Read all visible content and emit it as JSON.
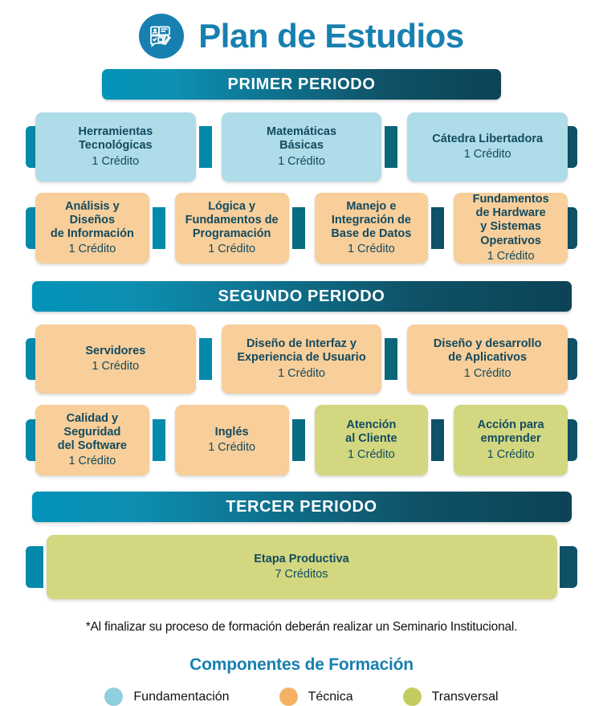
{
  "header": {
    "title": "Plan de Estudios",
    "logo_icon": "document-checklist-pencil-icon",
    "brand_color": "#1780B0"
  },
  "colors": {
    "fundamentacion": "#AEDCE8",
    "tecnica": "#F8CE9A",
    "transversal": "#D2D780",
    "bar_gradient_start": "#0093B8",
    "bar_gradient_end": "#0C4356",
    "text_dark": "#134B5F",
    "tab_left": "#0589AA",
    "tab_right": "#0F5166"
  },
  "periods": [
    {
      "label": "PRIMER PERIODO",
      "rows": [
        {
          "courses": [
            {
              "name": "Herramientas\nTecnológicas",
              "credits": "1 Crédito",
              "type": "fundamentacion"
            },
            {
              "name": "Matemáticas\nBásicas",
              "credits": "1 Crédito",
              "type": "fundamentacion"
            },
            {
              "name": "Cátedra Libertadora",
              "credits": "1 Crédito",
              "type": "fundamentacion"
            }
          ],
          "connectors": [
            "#0589AA",
            "#0A6679"
          ]
        },
        {
          "courses": [
            {
              "name": "Análisis y Diseños\nde Información",
              "credits": "1 Crédito",
              "type": "tecnica"
            },
            {
              "name": "Lógica y\nFundamentos de\nProgramación",
              "credits": "1 Crédito",
              "type": "tecnica"
            },
            {
              "name": "Manejo e\nIntegración de\nBase de Datos",
              "credits": "1 Crédito",
              "type": "tecnica"
            },
            {
              "name": "Fundamentos\nde Hardware\ny Sistemas\nOperativos",
              "credits": "1 Crédito",
              "type": "tecnica"
            }
          ],
          "connectors": [
            "#0589AA",
            "#0A6C80",
            "#0F5166"
          ]
        }
      ]
    },
    {
      "label": "SEGUNDO PERIODO",
      "rows": [
        {
          "courses": [
            {
              "name": "Servidores",
              "credits": "1 Crédito",
              "type": "tecnica"
            },
            {
              "name": "Diseño de Interfaz y\nExperiencia de Usuario",
              "credits": "1 Crédito",
              "type": "tecnica"
            },
            {
              "name": "Diseño y desarrollo\nde Aplicativos",
              "credits": "1 Crédito",
              "type": "tecnica"
            }
          ],
          "connectors": [
            "#0589AA",
            "#0A6679"
          ]
        },
        {
          "courses": [
            {
              "name": "Calidad y\nSeguridad\ndel Software",
              "credits": "1 Crédito",
              "type": "tecnica"
            },
            {
              "name": "Inglés",
              "credits": "1 Crédito",
              "type": "tecnica"
            },
            {
              "name": "Atención\nal Cliente",
              "credits": "1 Crédito",
              "type": "transversal"
            },
            {
              "name": "Acción para\nemprender",
              "credits": "1 Crédito",
              "type": "transversal"
            }
          ],
          "connectors": [
            "#0589AA",
            "#0A6C80",
            "#0F5166"
          ]
        }
      ]
    },
    {
      "label": "TERCER PERIODO",
      "rows": [
        {
          "courses": [
            {
              "name": "Etapa Productiva",
              "credits": "7 Créditos",
              "type": "transversal"
            }
          ],
          "connectors": []
        }
      ]
    }
  ],
  "footnote": "*Al finalizar su proceso de formación deberán realizar un Seminario Institucional.",
  "legend": {
    "title": "Componentes de Formación",
    "items": [
      {
        "label": "Fundamentación",
        "color": "#8FD0E0"
      },
      {
        "label": "Técnica",
        "color": "#F5B265"
      },
      {
        "label": "Transversal",
        "color": "#C3CC5E"
      }
    ]
  }
}
